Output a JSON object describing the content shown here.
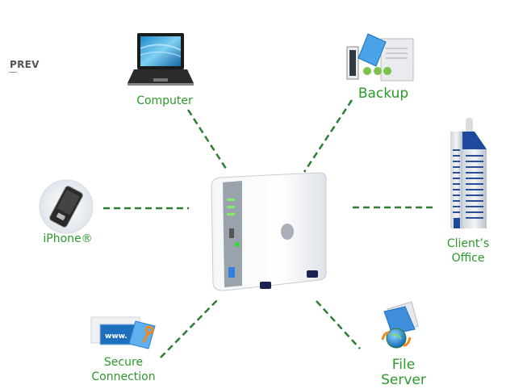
{
  "nav": {
    "prev_label": "PREV"
  },
  "colors": {
    "label": "#2a9a2a",
    "connector": "#2e7d32"
  },
  "center_device": {
    "name": "NAS server"
  },
  "nodes": [
    {
      "id": "computer",
      "label": "Computer",
      "icon": "laptop-icon"
    },
    {
      "id": "backup",
      "label": "Backup",
      "icon": "backup-icon"
    },
    {
      "id": "iphone",
      "label": "iPhone®",
      "icon": "phone-icon"
    },
    {
      "id": "clients-office",
      "label_line1": "Client’s",
      "label_line2": "Office",
      "icon": "office-building-icon"
    },
    {
      "id": "secure-connection",
      "label_line1": "Secure",
      "label_line2": "Connection",
      "icon": "secure-connection-icon"
    },
    {
      "id": "file-server",
      "label_line1": "File",
      "label_line2": "Server",
      "icon": "file-server-icon"
    }
  ]
}
